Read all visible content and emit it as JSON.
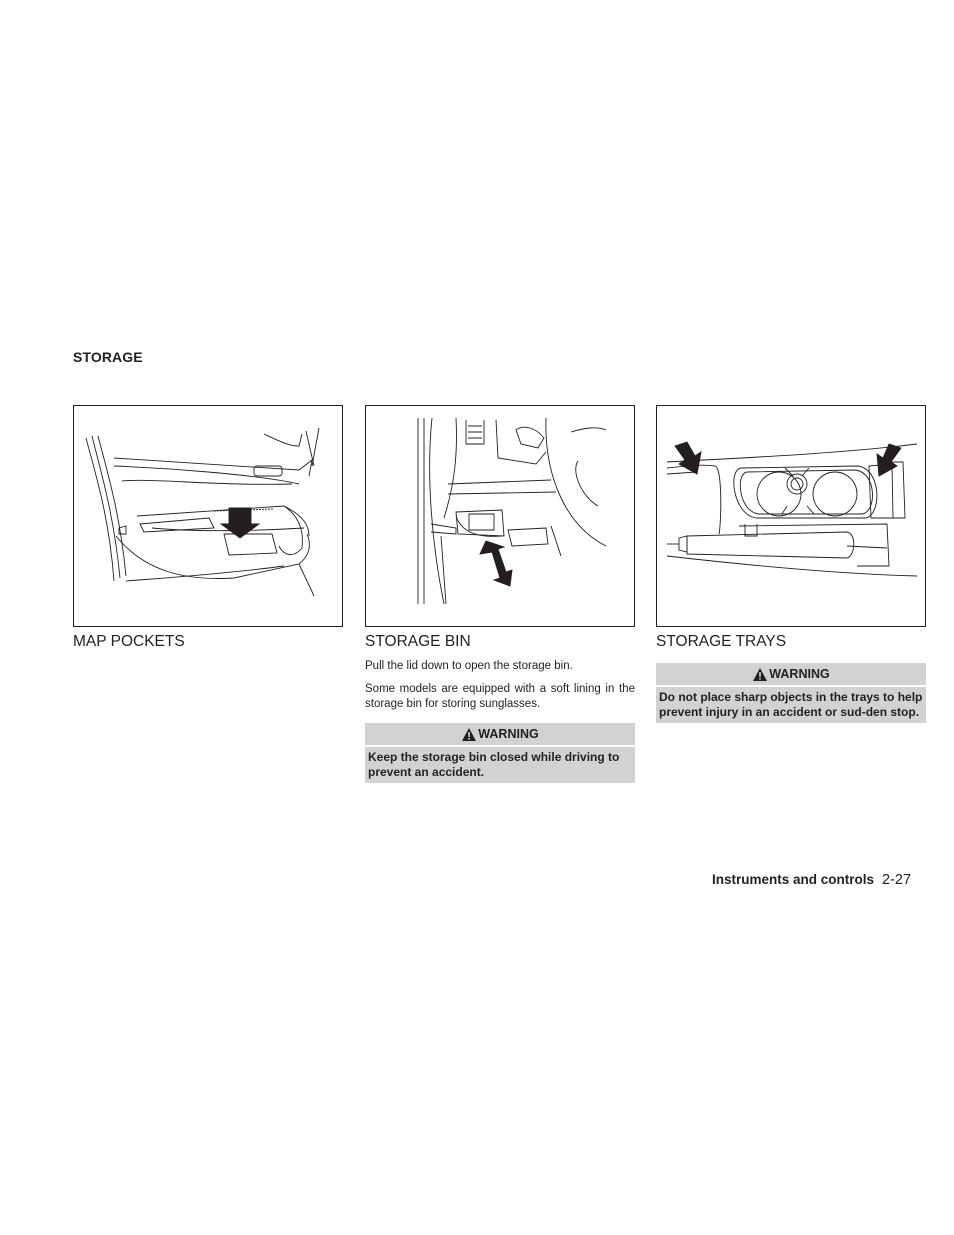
{
  "page": {
    "section_title": "STORAGE",
    "columns": [
      {
        "figure": "door-panel-illustration",
        "heading": "MAP POCKETS",
        "paragraphs": []
      },
      {
        "figure": "storage-bin-illustration",
        "heading": "STORAGE BIN",
        "paragraphs": [
          "Pull the lid down to open the storage bin.",
          "Some models are equipped with a soft lining in the storage bin for storing sunglasses."
        ],
        "warning": {
          "icon": "warning-triangle-icon",
          "title": "WARNING",
          "text": "Keep the storage bin closed while driving to prevent an accident."
        }
      },
      {
        "figure": "storage-trays-illustration",
        "heading": "STORAGE TRAYS",
        "paragraphs": [],
        "warning": {
          "icon": "warning-triangle-icon",
          "title": "WARNING",
          "text": "Do not place sharp objects in the trays to help prevent injury in an accident or sud-den stop."
        }
      }
    ],
    "footer": {
      "section": "Instruments and controls",
      "page_number": "2-27"
    }
  }
}
